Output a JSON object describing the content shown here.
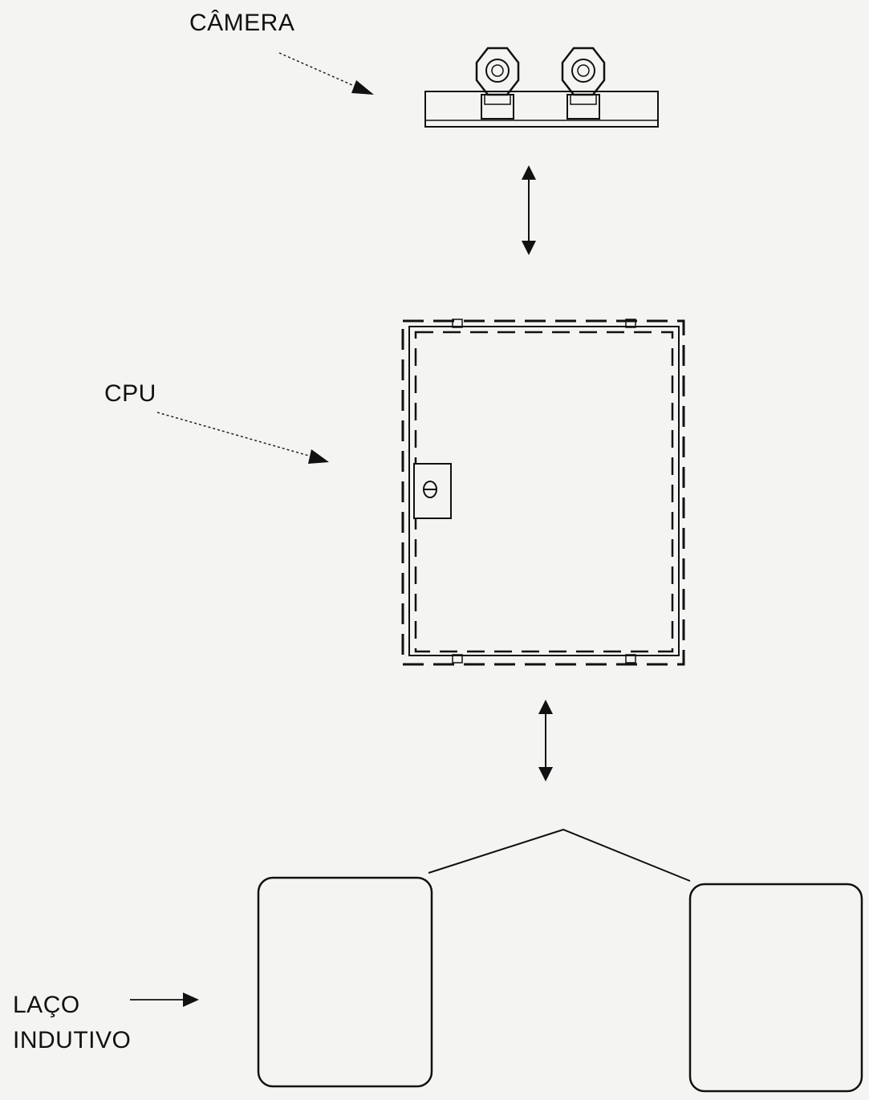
{
  "labels": {
    "camera": "CÂMERA",
    "cpu": "CPU",
    "loop_line1": "LAÇO",
    "loop_line2": "INDUTIVO"
  }
}
